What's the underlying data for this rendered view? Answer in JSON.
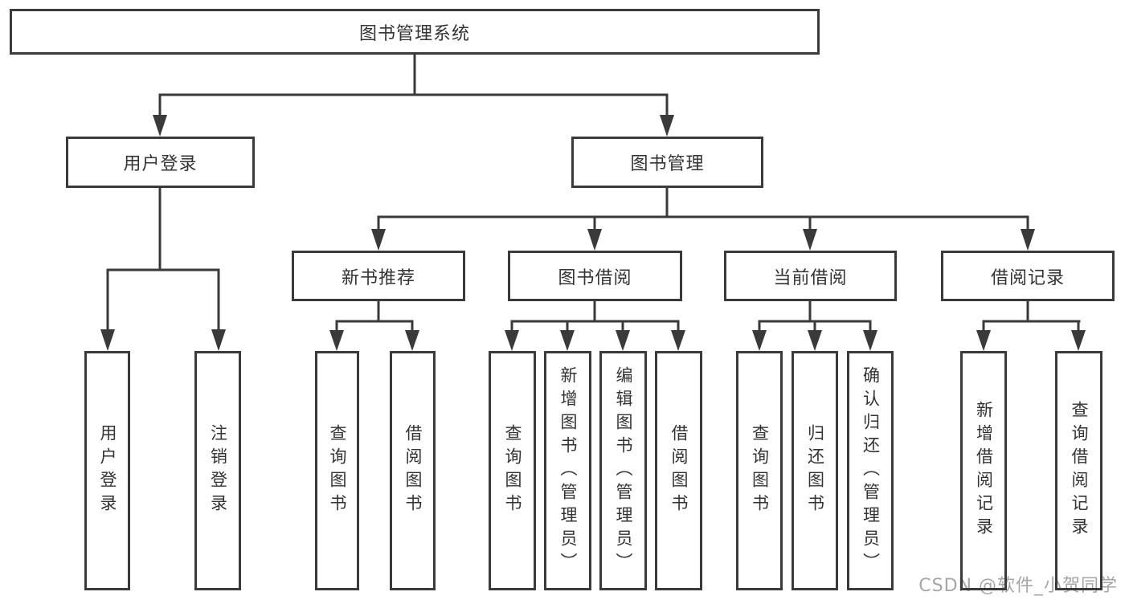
{
  "colors": {
    "line": "#3a3a3a",
    "text": "#333333",
    "watermark": "#a6a6a6",
    "background": "#ffffff"
  },
  "watermark": {
    "text": "CSDN @软件_小贺同学"
  },
  "diagram": {
    "root": {
      "label": "图书管理系统"
    },
    "branches": [
      {
        "label": "用户登录",
        "children": [
          {
            "label": "用户登录"
          },
          {
            "label": "注销登录"
          }
        ]
      },
      {
        "label": "图书管理",
        "children": [
          {
            "label": "新书推荐",
            "children": [
              {
                "label": "查询图书"
              },
              {
                "label": "借阅图书"
              }
            ]
          },
          {
            "label": "图书借阅",
            "children": [
              {
                "label": "查询图书"
              },
              {
                "label": "新增图书（管理员）"
              },
              {
                "label": "编辑图书（管理员）"
              },
              {
                "label": "借阅图书"
              }
            ]
          },
          {
            "label": "当前借阅",
            "children": [
              {
                "label": "查询图书"
              },
              {
                "label": "归还图书"
              },
              {
                "label": "确认归还（管理员）"
              }
            ]
          },
          {
            "label": "借阅记录",
            "children": [
              {
                "label": "新增借阅记录"
              },
              {
                "label": "查询借阅记录"
              }
            ]
          }
        ]
      }
    ]
  }
}
